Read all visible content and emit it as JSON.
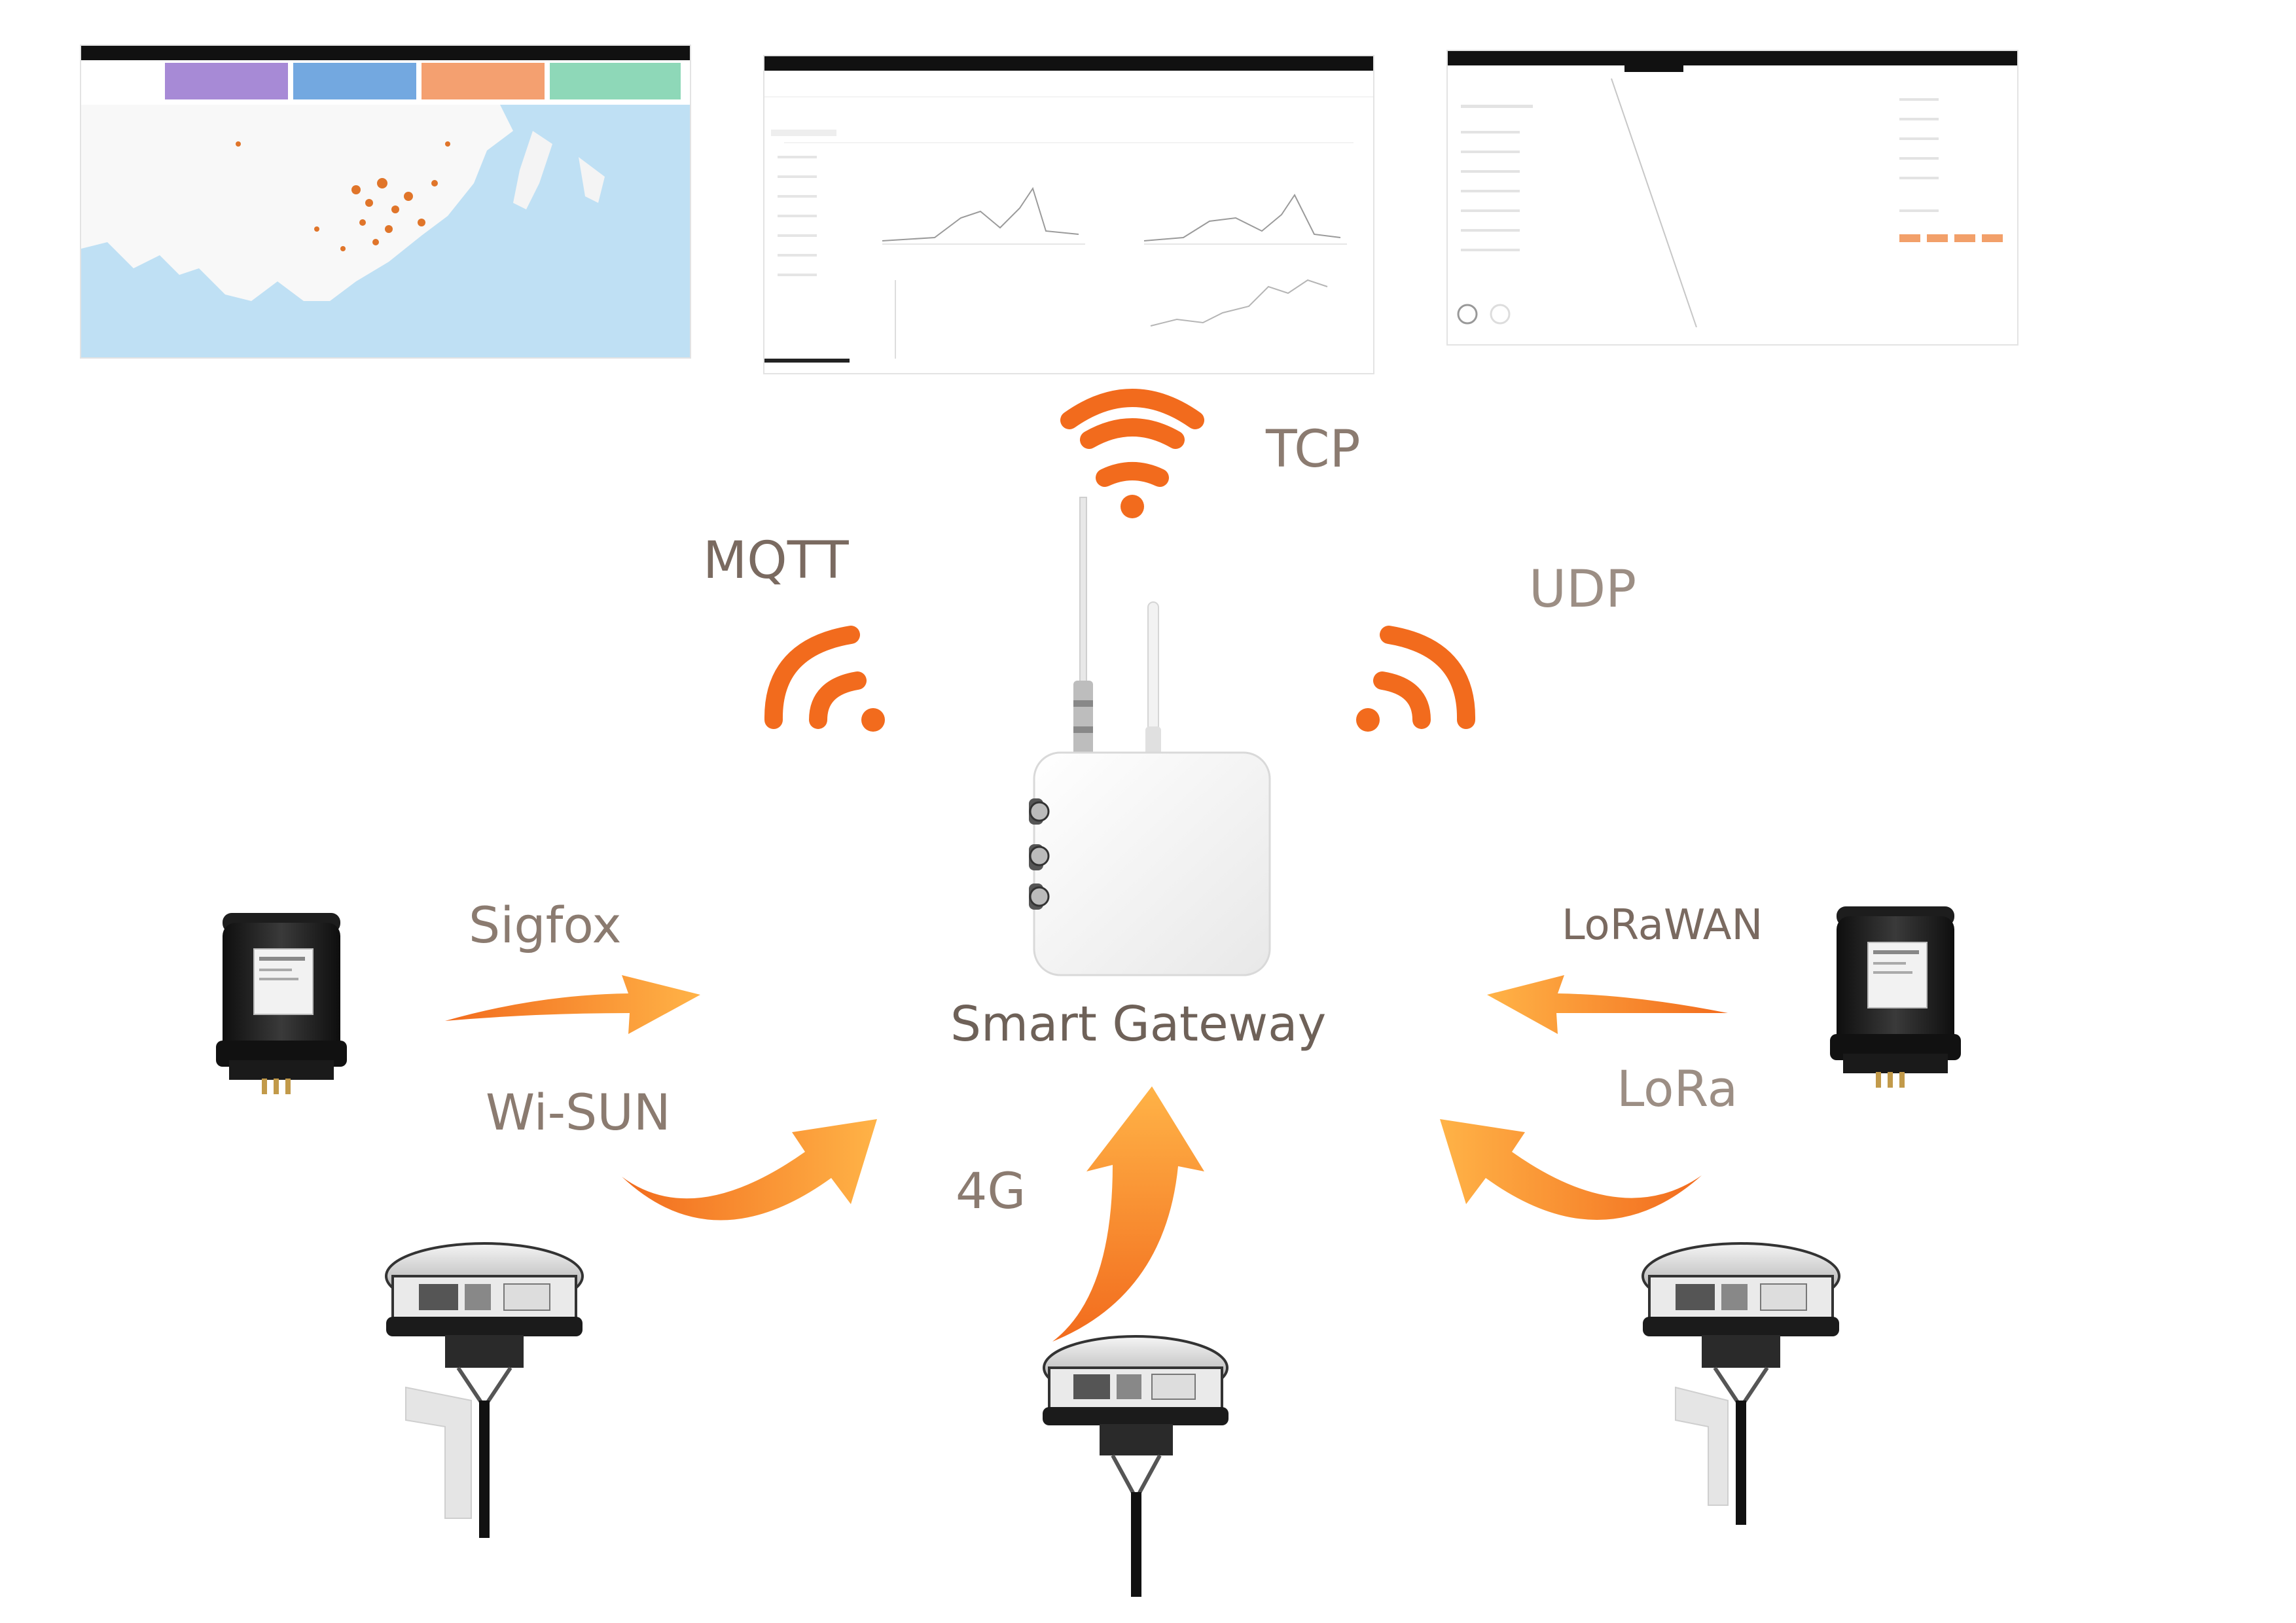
{
  "gateway": {
    "label": "Smart Gateway"
  },
  "uplink_protocols": [
    {
      "id": "mqtt",
      "label": "MQTT"
    },
    {
      "id": "tcp",
      "label": "TCP"
    },
    {
      "id": "udp",
      "label": "UDP"
    }
  ],
  "sensor_protocols": [
    {
      "id": "sigfox",
      "label": "Sigfox"
    },
    {
      "id": "wisun",
      "label": "Wi-SUN"
    },
    {
      "id": "4g",
      "label": "4G"
    },
    {
      "id": "lorawan",
      "label": "LoRaWAN"
    },
    {
      "id": "lora",
      "label": "LoRa"
    }
  ],
  "colors": {
    "accent_orange": "#f26b1d",
    "arrow_light": "#ffb347",
    "label_text": "#8b7b70",
    "gateway_text": "#6e6158",
    "device_dark": "#1d1d1d"
  },
  "icons": [
    "wifi-signal-icon",
    "curved-arrow-icon",
    "gateway-device",
    "sensor-device"
  ]
}
